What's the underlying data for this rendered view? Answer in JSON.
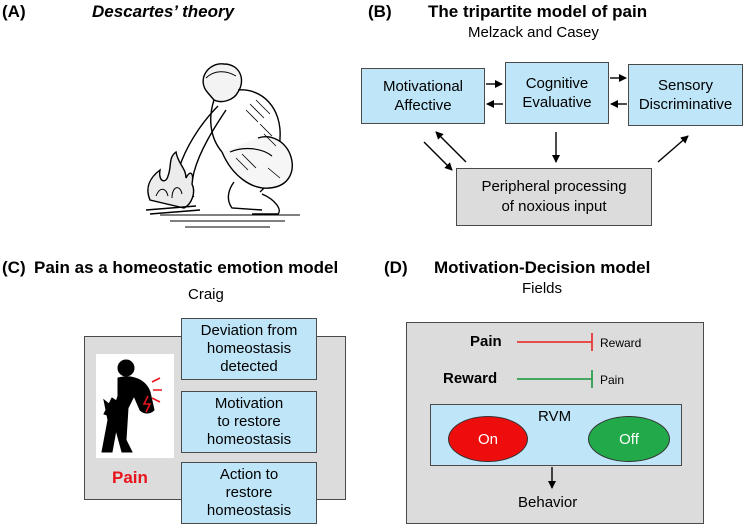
{
  "panel_a": {
    "label": "(A)",
    "title": "Descartes’ theory"
  },
  "panel_b": {
    "label": "(B)",
    "title": "The tripartite model of pain",
    "subtitle": "Melzack and Casey",
    "box_motivational": [
      "Motivational",
      "Affective"
    ],
    "box_cognitive": [
      "Cognitive",
      "Evaluative"
    ],
    "box_sensory": [
      "Sensory",
      "Discriminative"
    ],
    "box_peripheral": [
      "Peripheral processing",
      "of noxious input"
    ]
  },
  "panel_c": {
    "label": "(C)",
    "title": "Pain as a homeostatic emotion model",
    "subtitle": "Craig",
    "box_deviation": [
      "Deviation from",
      "homeostasis",
      "detected"
    ],
    "box_motivation": [
      "Motivation",
      "to restore",
      "homeostasis"
    ],
    "box_action": [
      "Action to",
      "restore",
      "homeostasis"
    ],
    "pain_label": "Pain"
  },
  "panel_d": {
    "label": "(D)",
    "title": "Motivation-Decision model",
    "subtitle": "Fields",
    "pain_label": "Pain",
    "pain_target": "Reward",
    "reward_label": "Reward",
    "reward_target": "Pain",
    "rvm_label": "RVM",
    "on_label": "On",
    "off_label": "Off",
    "behavior_label": "Behavior"
  },
  "colors": {
    "box_blue": "#bfe6f8",
    "box_gray": "#dcdcdc",
    "pain_red": "#e8141b",
    "inhibit_red": "#e53935",
    "inhibit_green": "#2e9e4f",
    "on_red": "#ee0d0d",
    "off_green": "#22aa4a"
  }
}
